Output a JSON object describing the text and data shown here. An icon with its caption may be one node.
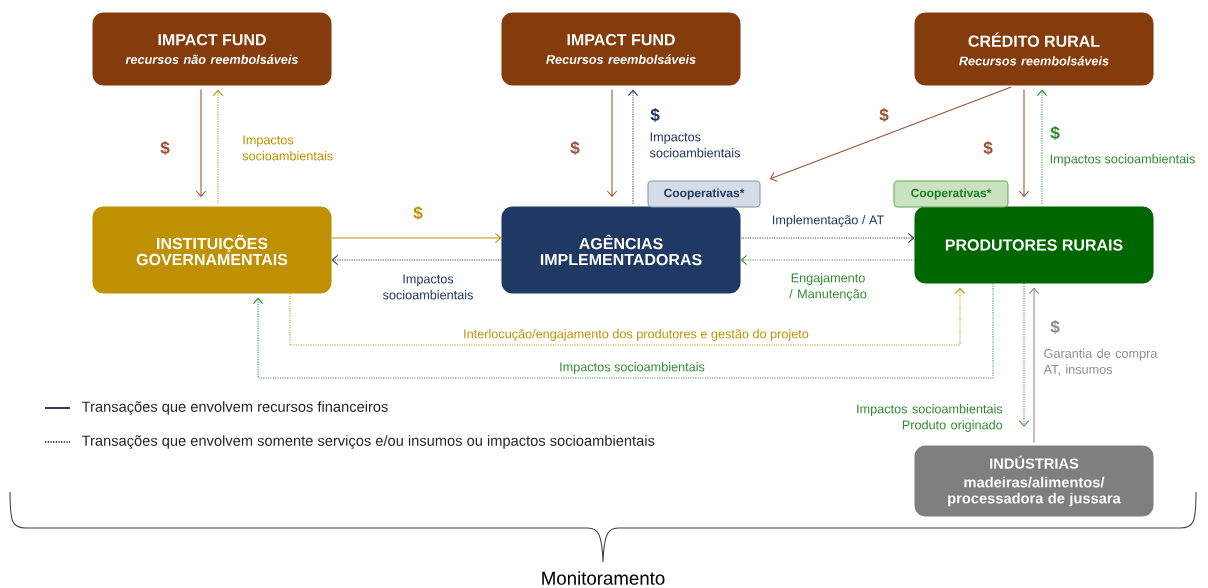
{
  "diagram": {
    "nodes": [
      {
        "text": [
          "IMPACT FUND",
          "recursos não reembolsáveis"
        ]
      },
      {
        "text": [
          "IMPACT FUND",
          "Recursos reembolsáveis"
        ]
      },
      {
        "text": [
          "CRÉDITO RURAL",
          "Recursos reembolsáveis"
        ]
      },
      {
        "text": [
          "INSTITUIÇÕES GOVERNAMENTAIS"
        ]
      },
      {
        "text": [
          "AGÊNCIAS IMPLEMENTADORAS"
        ]
      },
      {
        "text": [
          "Cooperativas*"
        ]
      },
      {
        "text": [
          "PRODUTORES RURAIS"
        ]
      },
      {
        "text": [
          "Cooperativas*"
        ]
      },
      {
        "text": [
          "INDÚSTRIAS",
          "madeiras/alimentos/ processadora de jussara"
        ]
      }
    ],
    "edges": [
      {
        "from": 0,
        "to": 3,
        "arrow": "to",
        "label": "$",
        "color": "#9a5434"
      },
      {
        "from": 3,
        "to": 0,
        "arrow": "to",
        "label": "Impactos socioambientais",
        "style": "dashed",
        "color": "#bf9000"
      },
      {
        "from": 1,
        "to": 4,
        "arrow": "to",
        "label": "$",
        "color": "#9a5434"
      },
      {
        "from": 4,
        "to": 1,
        "arrow": "to",
        "label": "$",
        "style": "dashed",
        "color": "#1f3864"
      },
      {
        "from": 2,
        "to": 5,
        "arrow": "to",
        "label": "$",
        "color": "#9a5434"
      },
      {
        "from": 2,
        "to": 6,
        "arrow": "to",
        "label": "$",
        "color": "#9a5434"
      },
      {
        "from": 6,
        "to": 2,
        "arrow": "to",
        "label": "$",
        "style": "dashed",
        "color": "#2e8b2e"
      },
      {
        "from": 3,
        "to": 4,
        "arrow": "to",
        "label": "$",
        "color": "#bf9000"
      },
      {
        "from": 4,
        "to": 3,
        "arrow": "to",
        "label": "Impactos socioambientais",
        "style": "dashed",
        "color": "#1f3864"
      },
      {
        "from": 4,
        "to": 6,
        "arrow": "to",
        "label": "Implementação / AT",
        "style": "dashed",
        "color": "#1f3864"
      },
      {
        "from": 6,
        "to": 4,
        "arrow": "to",
        "label": "Engajamento / Manutenção",
        "style": "dashed",
        "color": "#2e8b2e"
      },
      {
        "from": 3,
        "to": 6,
        "arrow": "to",
        "label": "Interlocução/engajamento dos produtores e gestão do projeto",
        "style": "dashed",
        "color": "#bf9000"
      },
      {
        "from": 6,
        "to": 3,
        "arrow": "to",
        "label": "Impactos socioambientais",
        "style": "dashed",
        "color": "#2e8b2e"
      },
      {
        "from": 6,
        "to": 8,
        "arrow": "to",
        "label": "Impactos socioambientais Produto originado",
        "style": "dashed",
        "color": "#2e8b2e"
      },
      {
        "from": 8,
        "to": 6,
        "arrow": "to",
        "label": "$",
        "color": "#8c8c8c"
      }
    ],
    "labels": [
      "Impactos socioambientais",
      "Impactos socioambientais",
      "Garantia de compra AT, insumos",
      "Monitoramento"
    ],
    "legend": [
      {
        "text": "Transações que envolvem recursos financeiros"
      },
      {
        "text": "Transações que envolvem somente serviços e/ou insumos ou impactos socioambientais"
      }
    ]
  }
}
